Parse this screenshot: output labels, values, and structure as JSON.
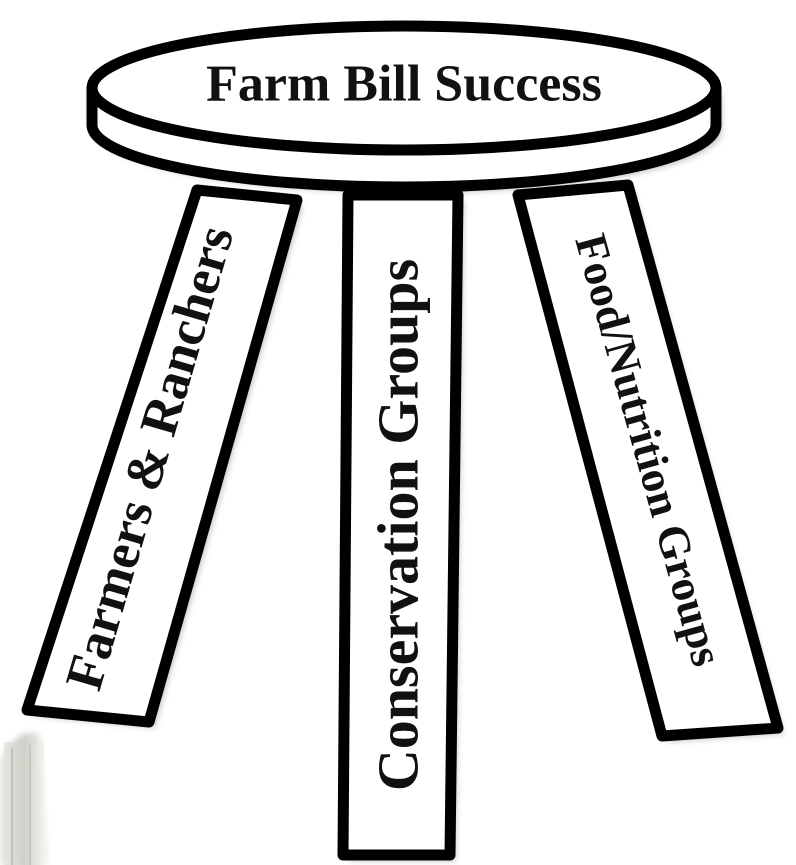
{
  "seat": {
    "label": "Farm Bill Success"
  },
  "legs": [
    {
      "label": "Farmers & Ranchers"
    },
    {
      "label": "Conservation Groups"
    },
    {
      "label": "Food/Nutrition Groups"
    }
  ],
  "colors": {
    "stroke": "#000000",
    "fill": "#ffffff",
    "text": "#111111",
    "shadow": "#b9b9b9",
    "corner_object": "#d8d8d2"
  }
}
